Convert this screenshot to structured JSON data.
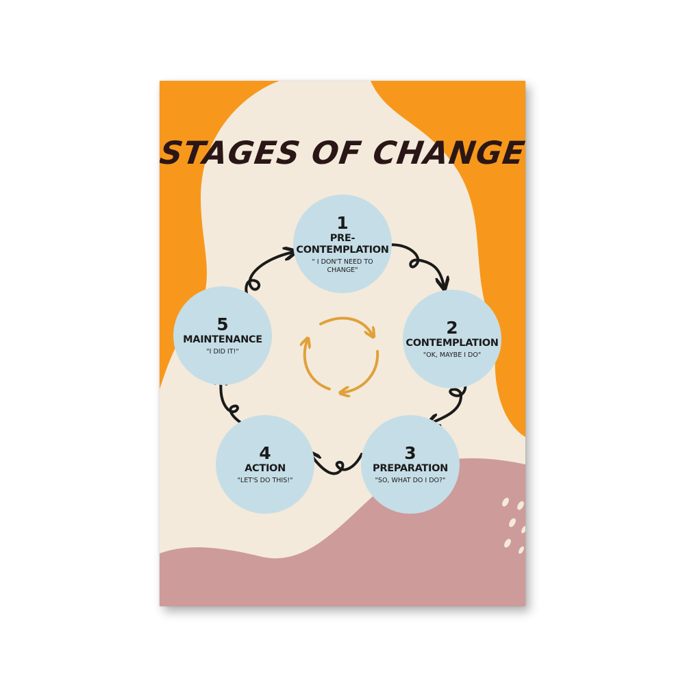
{
  "title": "STAGES OF CHANGE",
  "colors": {
    "orange": "#f7981c",
    "cream": "#f3eadb",
    "rose": "#cd9b9a",
    "circle": "#c5dde6",
    "arrow": "#1a1a1a",
    "cycle_arrow": "#e0a13a",
    "title_ink": "#2a1616"
  },
  "stages": [
    {
      "number": "1",
      "name": "PRE-\nCONTEMPLATION",
      "quote": "\" I DON'T NEED TO CHANGE\""
    },
    {
      "number": "2",
      "name": "CONTEMPLATION",
      "quote": "\"OK, MAYBE I DO\""
    },
    {
      "number": "3",
      "name": "PREPARATION",
      "quote": "\"SO, WHAT DO I DO?\""
    },
    {
      "number": "4",
      "name": "ACTION",
      "quote": "\"LET'S DO THIS!\""
    },
    {
      "number": "5",
      "name": "MAINTENANCE",
      "quote": "\"I DID IT!\""
    }
  ],
  "center_icon": "cycle-arrows-icon",
  "connector_icon": "loop-arrow-icon"
}
